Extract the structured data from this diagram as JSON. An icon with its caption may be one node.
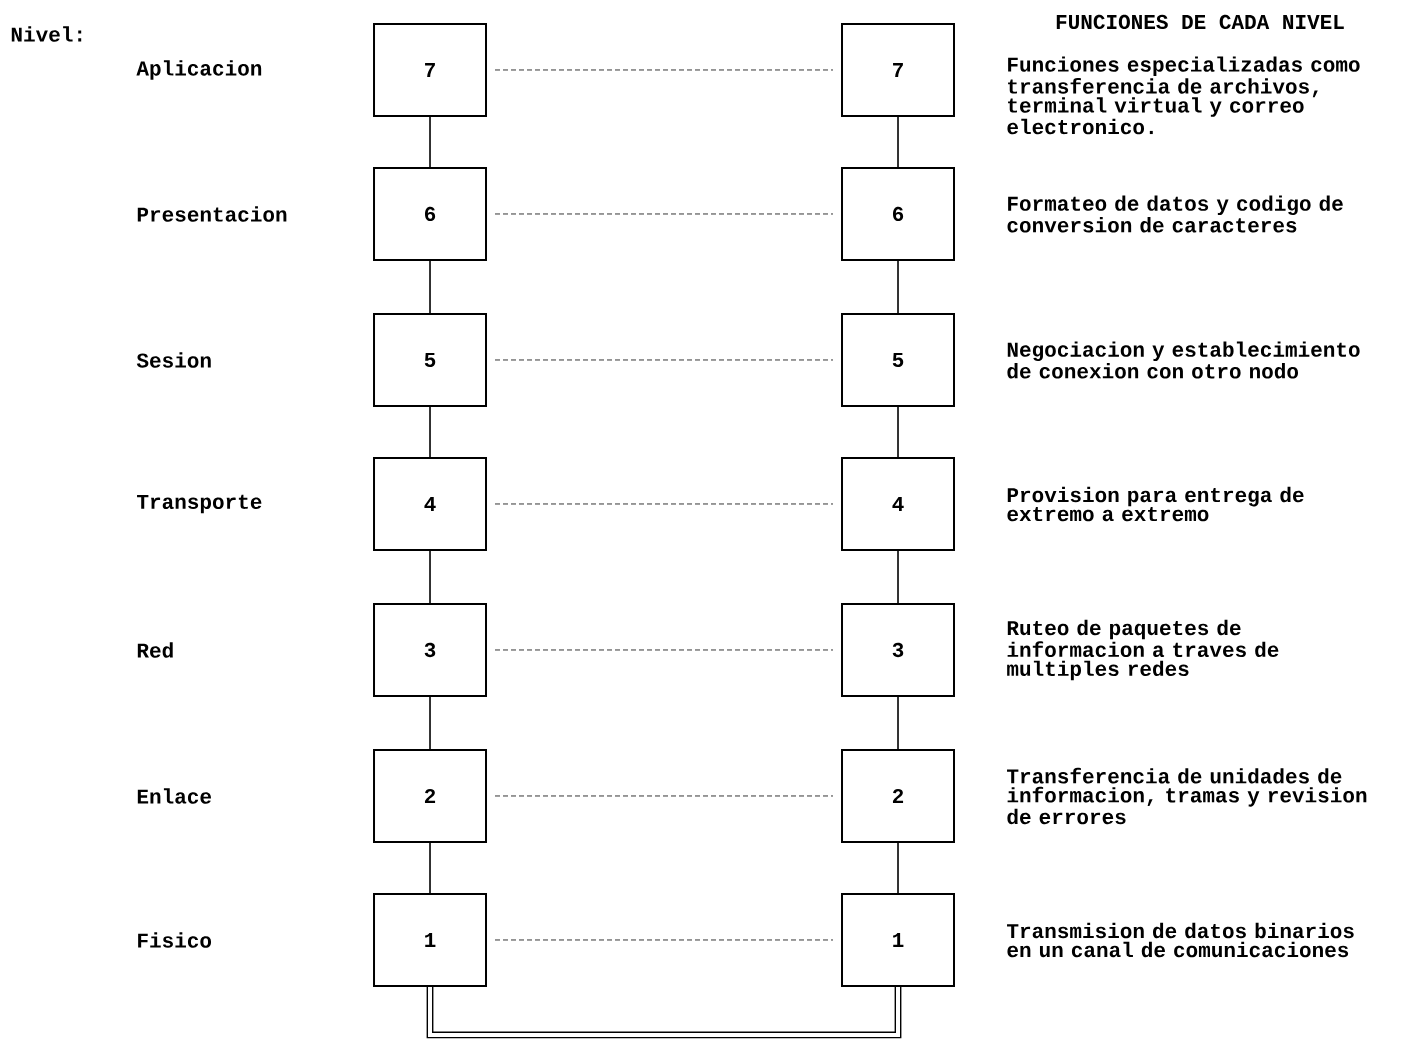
{
  "diagram": {
    "nodes": [
      {
        "text": [
          "7"
        ]
      },
      {
        "text": [
          "6"
        ]
      },
      {
        "text": [
          "5"
        ]
      },
      {
        "text": [
          "4"
        ]
      },
      {
        "text": [
          "3"
        ]
      },
      {
        "text": [
          "2"
        ]
      },
      {
        "text": [
          "1"
        ]
      },
      {
        "text": [
          "7"
        ],
        "beside": [
          "Funciones especializadas como transferencia de archivos, terminal virtual y correo electronico."
        ]
      },
      {
        "text": [
          "6"
        ],
        "beside": [
          "Formateo de datos y codigo de conversion de caracteres"
        ]
      },
      {
        "text": [
          "5"
        ],
        "beside": [
          "Negociacion y establecimiento de conexion con otro nodo"
        ]
      },
      {
        "text": [
          "4"
        ],
        "beside": [
          "Provision para entrega de extremo a extremo"
        ]
      },
      {
        "text": [
          "3"
        ],
        "beside": [
          "Ruteo de paquetes de informacion a traves de multiples redes"
        ]
      },
      {
        "text": [
          "2"
        ],
        "beside": [
          "Transferencia de unidades de informacion, tramas y revision de errores"
        ]
      },
      {
        "text": [
          "1"
        ],
        "beside": [
          "Transmision de datos binarios en un canal de comunicaciones"
        ]
      }
    ],
    "edges": [
      {
        "from": 0,
        "to": 1,
        "arrow": "none"
      },
      {
        "from": 1,
        "to": 2,
        "arrow": "none"
      },
      {
        "from": 2,
        "to": 3,
        "arrow": "none"
      },
      {
        "from": 3,
        "to": 4,
        "arrow": "none"
      },
      {
        "from": 4,
        "to": 5,
        "arrow": "none"
      },
      {
        "from": 5,
        "to": 6,
        "arrow": "none"
      },
      {
        "from": 7,
        "to": 8,
        "arrow": "none"
      },
      {
        "from": 8,
        "to": 9,
        "arrow": "none"
      },
      {
        "from": 9,
        "to": 10,
        "arrow": "none"
      },
      {
        "from": 10,
        "to": 11,
        "arrow": "none"
      },
      {
        "from": 11,
        "to": 12,
        "arrow": "none"
      },
      {
        "from": 12,
        "to": 13,
        "arrow": "none"
      },
      {
        "from": 0,
        "to": 7,
        "arrow": "none",
        "style": "dashed"
      },
      {
        "from": 1,
        "to": 8,
        "arrow": "none",
        "style": "dashed"
      },
      {
        "from": 2,
        "to": 9,
        "arrow": "none",
        "style": "dashed"
      },
      {
        "from": 3,
        "to": 10,
        "arrow": "none",
        "style": "dashed"
      },
      {
        "from": 4,
        "to": 11,
        "arrow": "none",
        "style": "dashed"
      },
      {
        "from": 5,
        "to": 12,
        "arrow": "none",
        "style": "dashed"
      },
      {
        "from": 6,
        "to": 13,
        "arrow": "none",
        "style": "dashed"
      },
      {
        "from": 6,
        "to": 13,
        "arrow": "none",
        "style": "thick"
      }
    ],
    "labels": [
      "Nivel:",
      "FUNCIONES DE CADA NIVEL",
      "Aplicacion",
      "Presentacion",
      "Sesion",
      "Transporte",
      "Red",
      "Enlace",
      "Fisico"
    ]
  }
}
